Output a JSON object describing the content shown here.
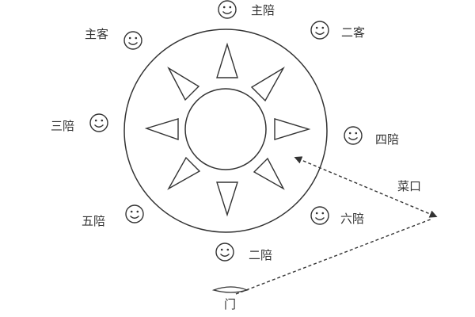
{
  "diagram": {
    "seats": {
      "zhu_pei": "主陪",
      "zhu_ke": "主客",
      "er_ke": "二客",
      "san_pei": "三陪",
      "si_pei": "四陪",
      "wu_pei": "五陪",
      "liu_pei": "六陪",
      "er_pei": "二陪"
    },
    "serving_entrance": "菜口",
    "door": "门",
    "colors": {
      "line": "#333333",
      "background": "#ffffff"
    }
  }
}
